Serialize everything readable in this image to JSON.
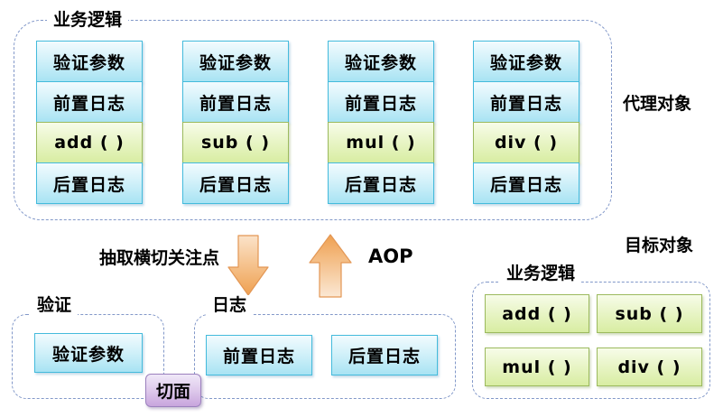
{
  "proxy_group": {
    "group_label": "业务逻辑",
    "side_label": "代理对象",
    "columns": [
      {
        "cells": [
          {
            "text": "验证参数",
            "type": "blue"
          },
          {
            "text": "前置日志",
            "type": "blue"
          },
          {
            "text": "add ( )",
            "type": "green"
          },
          {
            "text": "后置日志",
            "type": "blue"
          }
        ]
      },
      {
        "cells": [
          {
            "text": "验证参数",
            "type": "blue"
          },
          {
            "text": "前置日志",
            "type": "blue"
          },
          {
            "text": "sub ( )",
            "type": "green"
          },
          {
            "text": "后置日志",
            "type": "blue"
          }
        ]
      },
      {
        "cells": [
          {
            "text": "验证参数",
            "type": "blue"
          },
          {
            "text": "前置日志",
            "type": "blue"
          },
          {
            "text": "mul ( )",
            "type": "green"
          },
          {
            "text": "后置日志",
            "type": "blue"
          }
        ]
      },
      {
        "cells": [
          {
            "text": "验证参数",
            "type": "blue"
          },
          {
            "text": "前置日志",
            "type": "blue"
          },
          {
            "text": "div ( )",
            "type": "green"
          },
          {
            "text": "后置日志",
            "type": "blue"
          }
        ]
      }
    ]
  },
  "transition": {
    "extract_label": "抽取横切关注点",
    "aop_label": "AOP",
    "down_arrow_icon": "down-arrow",
    "up_arrow_icon": "up-arrow"
  },
  "validation_group": {
    "group_label": "验证",
    "boxes": [
      {
        "text": "验证参数",
        "type": "blue"
      }
    ]
  },
  "logging_group": {
    "group_label": "日志",
    "boxes": [
      {
        "text": "前置日志",
        "type": "blue"
      },
      {
        "text": "后置日志",
        "type": "blue"
      }
    ]
  },
  "aspect_badge": {
    "label": "切面"
  },
  "target_group": {
    "side_label": "目标对象",
    "group_label": "业务逻辑",
    "boxes": [
      {
        "text": "add ( )",
        "type": "green"
      },
      {
        "text": "sub ( )",
        "type": "green"
      },
      {
        "text": "mul ( )",
        "type": "green"
      },
      {
        "text": "div ( )",
        "type": "green"
      }
    ]
  },
  "colors": {
    "background": "#FFFFFF",
    "dashed_border": "#8298C9",
    "blue_box_border": "#44BBDC",
    "blue_box_top": "#F2FBFE",
    "blue_box_bottom": "#A8E3F3",
    "green_box_border": "#9CBA5E",
    "green_box_top": "#F7FCE9",
    "green_box_bottom": "#D8EDA2",
    "purple_box_border": "#9C81BE",
    "purple_box_top": "#F0E8F8",
    "purple_box_bottom": "#C8A5DD",
    "arrow_light": "#FBE3C9",
    "arrow_dark": "#EFA96D",
    "arrow_border": "#E39755",
    "text": "#000000"
  }
}
